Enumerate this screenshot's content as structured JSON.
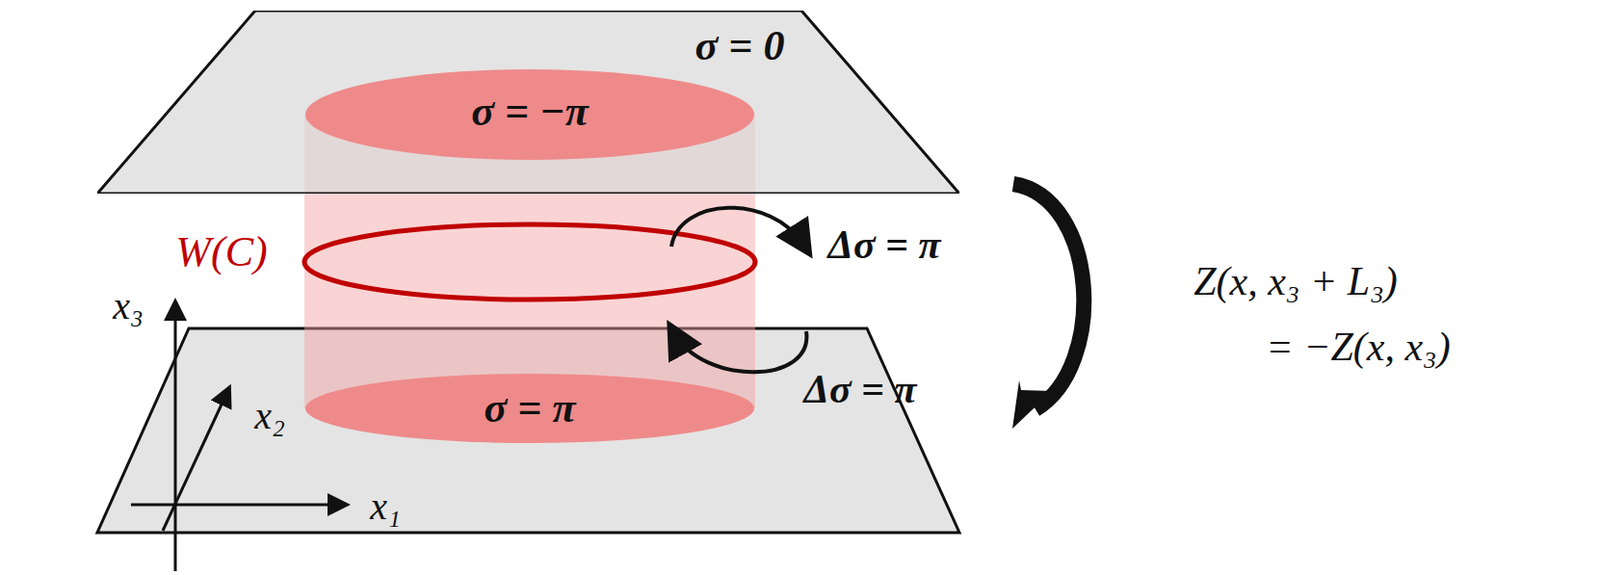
{
  "diagram": {
    "nodes": [
      {
        "text": [
          "σ = 0"
        ]
      },
      {
        "text": [
          "σ = −π"
        ],
        "in": 0
      },
      {
        "text": [
          "σ = π"
        ]
      }
    ],
    "labels": [
      "W(C)",
      "Δσ = π",
      "Δσ = π",
      "Z(x, x₃ + L₃)",
      "= −Z(x, x₃)",
      "x₁",
      "x₂",
      "x₃"
    ]
  }
}
